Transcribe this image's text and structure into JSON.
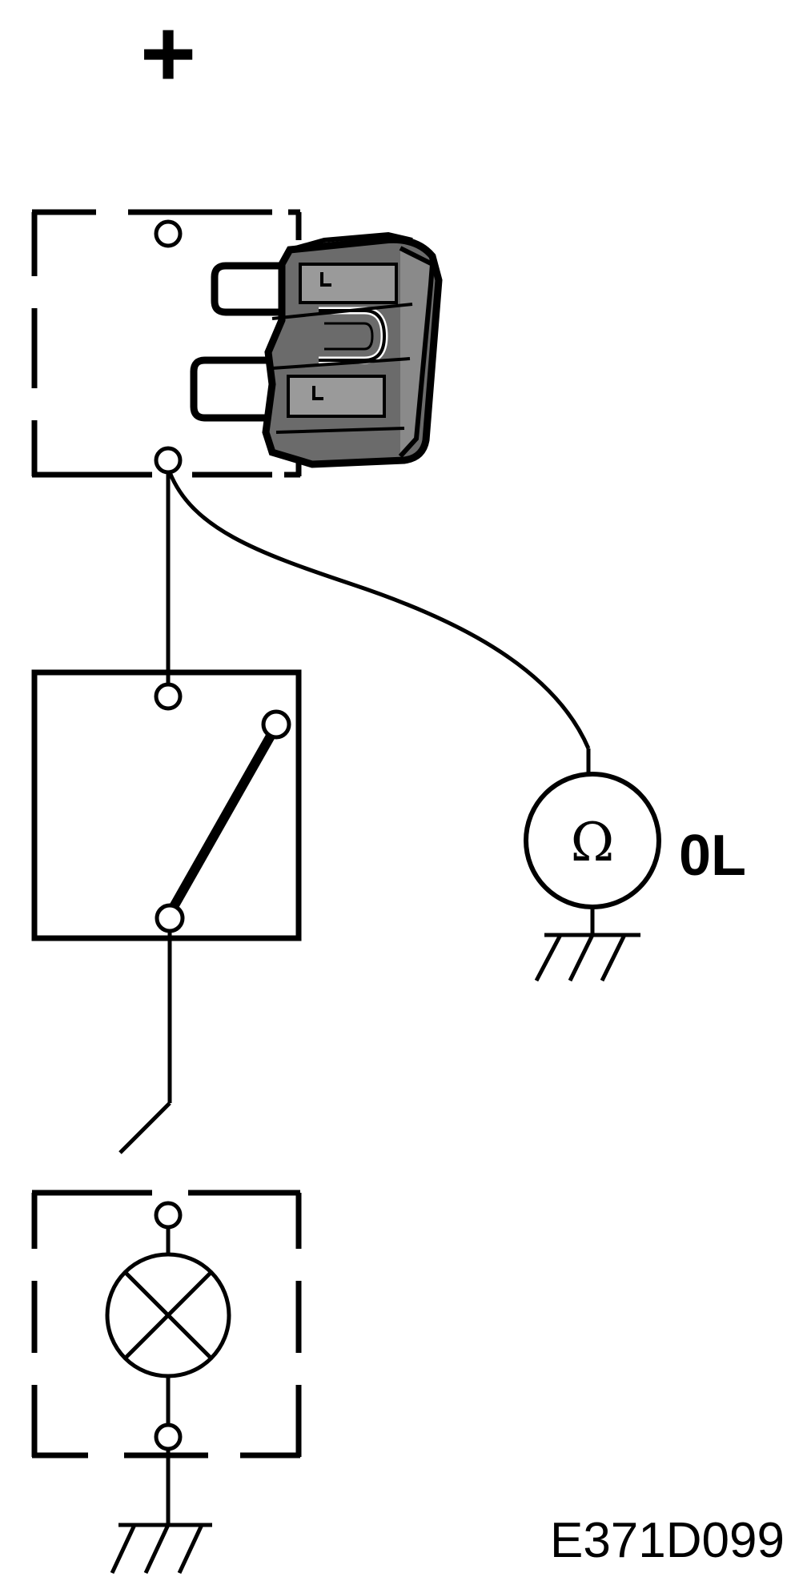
{
  "diagram": {
    "polarity_label": "+",
    "meter_symbol": "Ω",
    "meter_reading": "0L",
    "figure_code": "E371D099"
  },
  "icons": {
    "fuse": "blade-fuse-icon",
    "meter": "ohmmeter-icon",
    "lamp": "lamp-icon",
    "ground": "ground-icon",
    "switch": "switch-icon"
  },
  "colors": {
    "ink": "#000000",
    "fuse_body": "#6b6b6b",
    "background": "#ffffff"
  }
}
